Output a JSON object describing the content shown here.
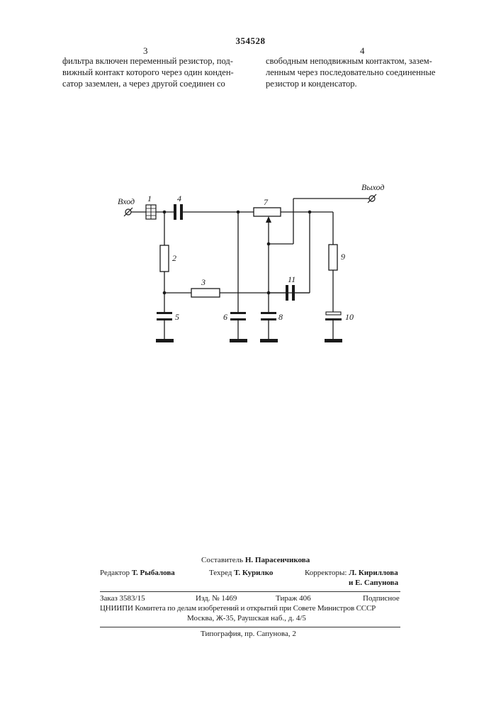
{
  "header": {
    "patent_number": "354528"
  },
  "columns": {
    "left": {
      "number": "3",
      "lines": [
        "фильтра включен переменный резистор, под-",
        "вижный контакт которого через один конден-",
        "сатор заземлен, а через другой соединен со"
      ]
    },
    "right": {
      "number": "4",
      "lines": [
        "свободным неподвижным  контактом, зазем-",
        "ленным через последовательно  соединенные",
        "резистор и конденсатор."
      ]
    }
  },
  "circuit": {
    "input_label": "Вход",
    "output_label": "Выход",
    "component_labels": [
      "1",
      "2",
      "3",
      "4",
      "5",
      "6",
      "7",
      "8",
      "9",
      "10",
      "11"
    ]
  },
  "footer": {
    "composer_label": "Составитель",
    "composer_name": "Н. Парасенчикова",
    "editor_label": "Редактор",
    "editor_name": "Т. Рыбалова",
    "techred_label": "Техред",
    "techred_name": "Т. Курилко",
    "correctors_label": "Корректоры:",
    "corrector_1": "Л. Кириллова",
    "corrector_2_prefix": "и",
    "corrector_2": "Е. Сапунова",
    "order": "Заказ 3583/15",
    "edition": "Изд. № 1469",
    "print_run": "Тираж 406",
    "subscription": "Подписное",
    "institute": "ЦНИИПИ Комитета по делам изобретений и открытий при Совете Министров СССР",
    "address": "Москва, Ж-35, Раушская наб., д. 4/5",
    "printing": "Типография, пр. Сапунова, 2"
  }
}
